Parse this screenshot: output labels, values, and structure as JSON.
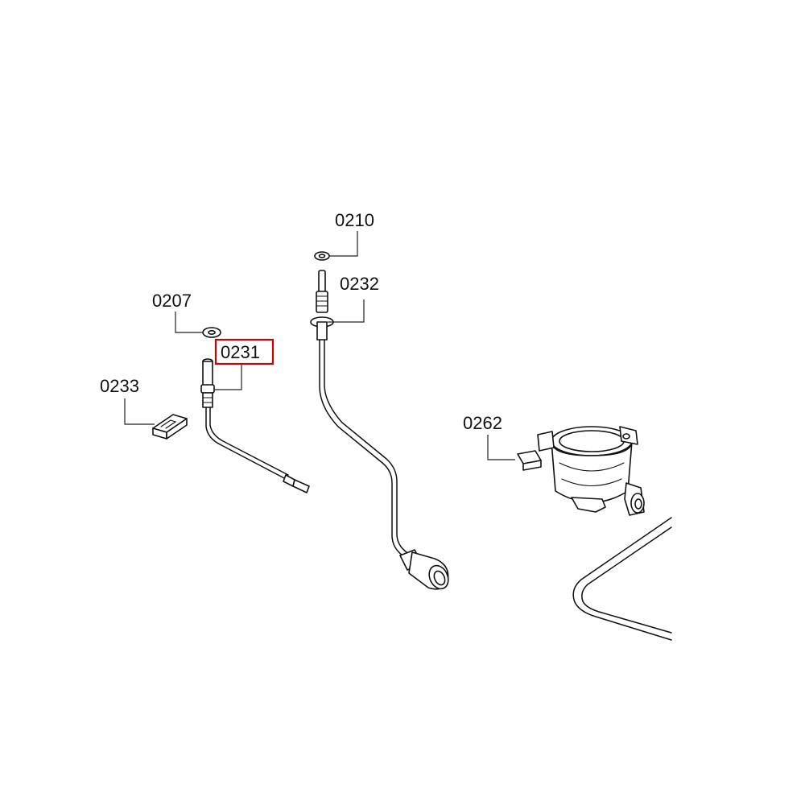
{
  "callouts": {
    "c0210": "0210",
    "c0232": "0232",
    "c0207": "0207",
    "c0231": "0231",
    "c0233": "0233",
    "c0262": "0262"
  },
  "highlight": {
    "color": "#cc0000",
    "callout": "0231"
  }
}
